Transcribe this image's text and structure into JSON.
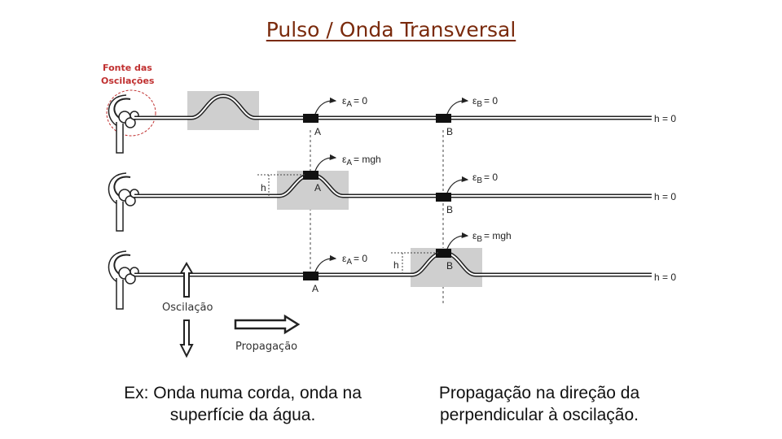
{
  "title": "Pulso / Onda Transversal",
  "source": {
    "line1": "Fonte das",
    "line2": "Oscilações"
  },
  "rows": [
    {
      "energy_A": "ε",
      "energy_A_sub": "A",
      "energy_A_val": "= 0",
      "energy_B": "ε",
      "energy_B_sub": "B",
      "energy_B_val": "= 0",
      "point_A": "A",
      "point_B": "B",
      "height": "h = 0"
    },
    {
      "energy_A": "ε",
      "energy_A_sub": "A",
      "energy_A_val": "= mgh",
      "energy_B": "ε",
      "energy_B_sub": "B",
      "energy_B_val": "= 0",
      "point_A": "A",
      "point_B": "B",
      "height": "h = 0",
      "h_mark": "h"
    },
    {
      "energy_A": "ε",
      "energy_A_sub": "A",
      "energy_A_val": "= 0",
      "energy_B": "ε",
      "energy_B_sub": "B",
      "energy_B_val": "= mgh",
      "point_A": "A",
      "point_B": "B",
      "height": "h = 0",
      "h_mark": "h"
    }
  ],
  "legend": {
    "oscillation": "Oscilação",
    "propagation": "Propagação"
  },
  "captions": {
    "left_line1": "Ex: Onda numa corda, onda na",
    "left_line2": "superfície da água.",
    "right_line1": "Propagação na direção da",
    "right_line2": "perpendicular à oscilação."
  },
  "colors": {
    "title": "#7a2a0c",
    "source_label": "#c03030",
    "pulse_highlight": "#cfcfcf"
  }
}
